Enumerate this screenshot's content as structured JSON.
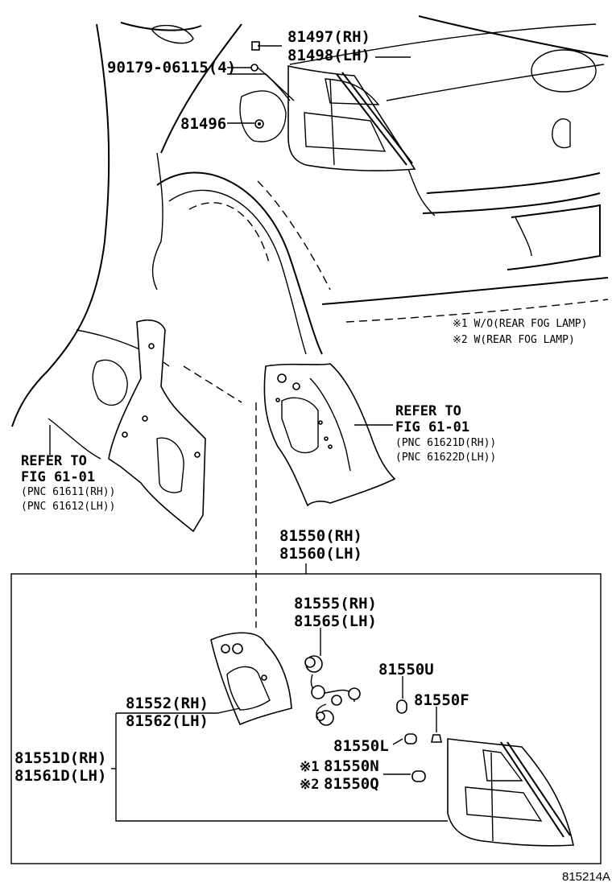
{
  "diagram": {
    "figure_id": "815214A",
    "callouts": {
      "p81497": "81497(RH)",
      "p81498": "81498(LH)",
      "p90179": "90179-06115(4)",
      "p81496": "81496",
      "p81550": "81550(RH)",
      "p81560": "81560(LH)",
      "p81555": "81555(RH)",
      "p81565": "81565(LH)",
      "p81550U": "81550U",
      "p81550F": "81550F",
      "p81552": "81552(RH)",
      "p81562": "81562(LH)",
      "p81550L": "81550L",
      "p81551D": "81551D(RH)",
      "p81561D": "81561D(LH)",
      "p81550N_mark": "※1",
      "p81550N": "81550N",
      "p81550Q_mark": "※2",
      "p81550Q": "81550Q"
    },
    "notes": {
      "note1": "※1 W/O(REAR FOG LAMP)",
      "note2": "※2 W(REAR FOG LAMP)"
    },
    "refer_right": {
      "line1": "REFER TO",
      "line2": "FIG 61-01",
      "line3": "(PNC 61621D(RH))",
      "line4": "(PNC 61622D(LH))"
    },
    "refer_left": {
      "line1": "REFER TO",
      "line2": "FIG 61-01",
      "line3": "(PNC 61611(RH))",
      "line4": "(PNC 61612(LH))"
    }
  }
}
